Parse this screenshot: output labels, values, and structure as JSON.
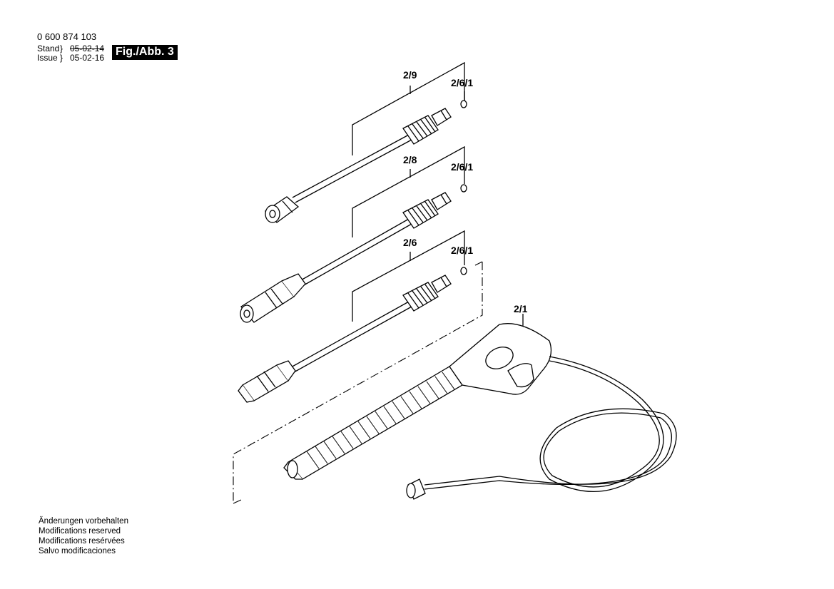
{
  "header": {
    "part_number": "0 600 874 103",
    "stand_label": "Stand",
    "stand_date": "05-02-14",
    "issue_label": "Issue",
    "issue_date": "05-02-16",
    "figure_label": "Fig./Abb. 3"
  },
  "callouts": [
    {
      "id": "2/9"
    },
    {
      "id": "2/6/1"
    },
    {
      "id": "2/8"
    },
    {
      "id": "2/6/1"
    },
    {
      "id": "2/6"
    },
    {
      "id": "2/6/1"
    },
    {
      "id": "2/1"
    }
  ],
  "footer": {
    "lines": [
      "Änderungen vorbehalten",
      "Modifications reserved",
      "Modifications resérvées",
      "Salvo modificaciones"
    ]
  },
  "colors": {
    "ink": "#000000",
    "paper": "#ffffff",
    "badge_bg": "#000000",
    "badge_fg": "#ffffff"
  }
}
